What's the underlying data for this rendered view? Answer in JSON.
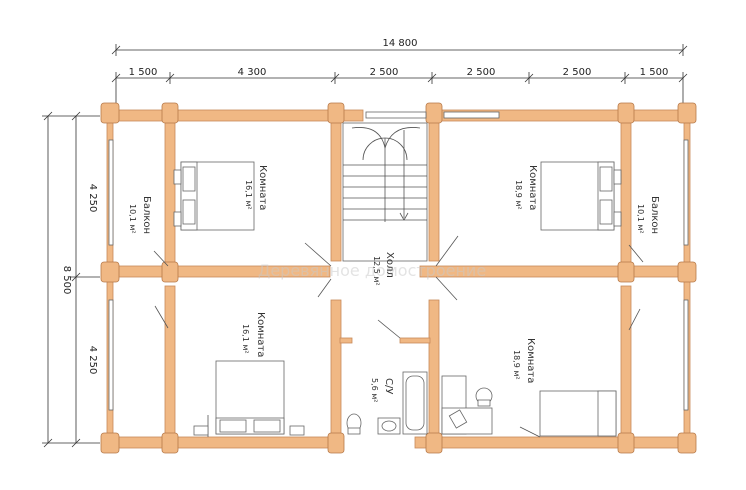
{
  "dimensions": {
    "total_width": "14 800",
    "segments": [
      "1 500",
      "4 300",
      "2 500",
      "2 500",
      "2 500",
      "1 500"
    ],
    "total_height": "8 500",
    "left_segments": [
      "4 250",
      "4 250"
    ]
  },
  "rooms": [
    {
      "name": "Комната",
      "area": "16,1 м²"
    },
    {
      "name": "Комната",
      "area": "18,9 м²"
    },
    {
      "name": "Комната",
      "area": "16,1 м²"
    },
    {
      "name": "Комната",
      "area": "18,9 м²"
    },
    {
      "name": "Балкон",
      "area": "10,1 м²"
    },
    {
      "name": "Балкон",
      "area": "10,1 м²"
    },
    {
      "name": "Холл",
      "area": "12,5 м²"
    },
    {
      "name": "С/У",
      "area": "5,6 м²"
    }
  ],
  "watermark": "Деревянное домостроение"
}
